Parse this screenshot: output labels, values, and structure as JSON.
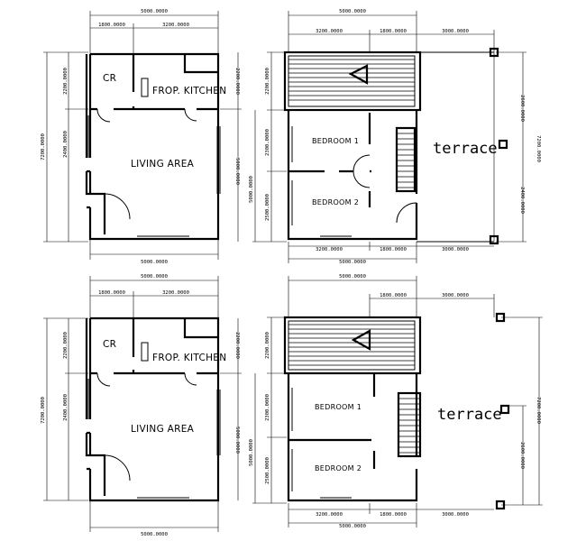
{
  "plans": {
    "p1": {
      "dims": {
        "top_total": "5000.0000",
        "top_a": "1800.0000",
        "top_b": "3200.0000",
        "left_total": "7200.0000",
        "left_a": "2200.0000",
        "left_b": "2400.0000",
        "right_a": "2200.0000",
        "right_b": "5000.0000",
        "bottom_total": "5000.0000"
      },
      "rooms": {
        "cr": "CR",
        "kitchen": "FROP. KITCHEN",
        "living": "LIVING AREA"
      }
    },
    "p2": {
      "dims": {
        "top_total": "5000.0000",
        "top_a": "3200.0000",
        "top_b": "1800.0000",
        "top_c": "3000.0000",
        "left_a": "2200.0000",
        "left_b": "2300.0000",
        "left_c": "5000.0000",
        "left_d": "2500.0000",
        "right_a": "2600.0000",
        "right_b": "2400.0000",
        "right_total": "7200.0000",
        "bottom_a": "3200.0000",
        "bottom_b": "1800.0000",
        "bottom_c": "3000.0000",
        "bottom_total": "5000.0000"
      },
      "rooms": {
        "bed1": "BEDROOM 1",
        "bed2": "BEDROOM 2",
        "terrace": "terrace"
      }
    },
    "p3": {
      "dims": {
        "top_total": "5000.0000",
        "top_a": "1800.0000",
        "top_b": "3200.0000",
        "left_total": "7200.0000",
        "left_a": "2200.0000",
        "left_b": "2400.0000",
        "right_a": "2200.0000",
        "right_b": "5000.0000",
        "bottom_total": "5000.0000"
      },
      "rooms": {
        "cr": "CR",
        "kitchen": "FROP. KITCHEN",
        "living": "LIVING AREA"
      }
    },
    "p4": {
      "dims": {
        "top_total": "5000.0000",
        "top_b": "1800.0000",
        "top_c": "3000.0000",
        "left_a": "2200.0000",
        "left_b": "2300.0000",
        "left_c": "5000.0000",
        "left_d": "2500.0000",
        "right_a": "2600.0000",
        "right_total": "7200.0000",
        "bottom_a": "3200.0000",
        "bottom_b": "1800.0000",
        "bottom_c": "3000.0000",
        "bottom_total": "5000.0000"
      },
      "rooms": {
        "bed1": "BEDROOM 1",
        "bed2": "BEDROOM 2",
        "terrace": "terrace"
      }
    }
  }
}
